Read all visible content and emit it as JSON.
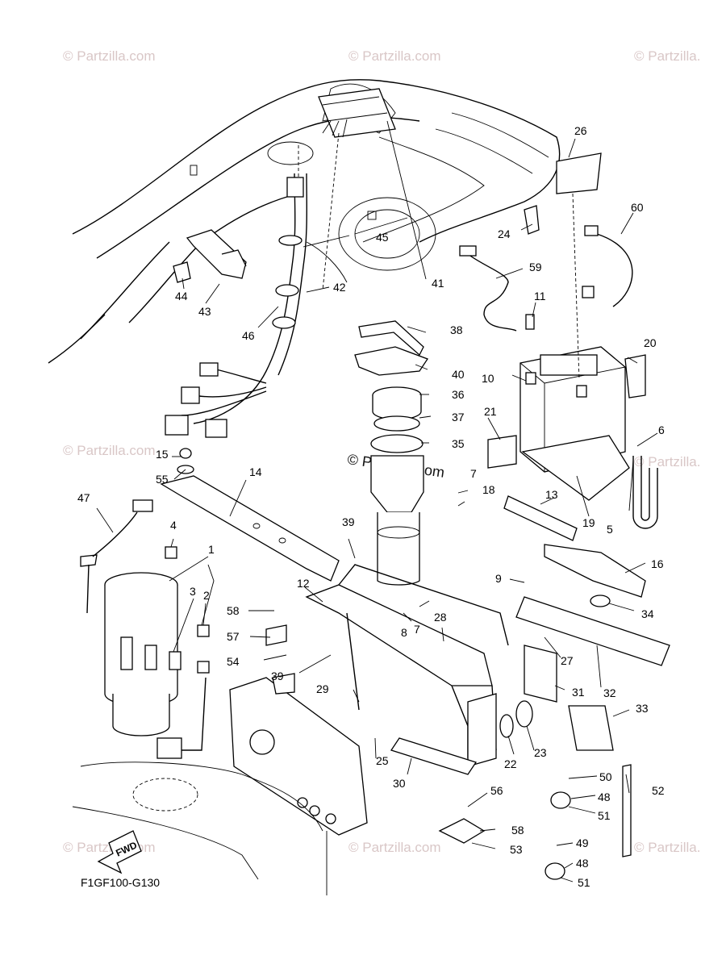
{
  "watermark": "Partzilla.com",
  "center_watermark": "Partzilla.com",
  "diagram_code": "F1GF100-G130",
  "fwd_label": "FWD",
  "callouts": [
    {
      "id": "c1",
      "text": "1"
    },
    {
      "id": "c2",
      "text": "2"
    },
    {
      "id": "c3",
      "text": "3"
    },
    {
      "id": "c4",
      "text": "4"
    },
    {
      "id": "c5",
      "text": "5"
    },
    {
      "id": "c6",
      "text": "6"
    },
    {
      "id": "c7a",
      "text": "7"
    },
    {
      "id": "c7b",
      "text": "7"
    },
    {
      "id": "c8",
      "text": "8"
    },
    {
      "id": "c9",
      "text": "9"
    },
    {
      "id": "c10",
      "text": "10"
    },
    {
      "id": "c11",
      "text": "11"
    },
    {
      "id": "c12",
      "text": "12"
    },
    {
      "id": "c13",
      "text": "13"
    },
    {
      "id": "c14",
      "text": "14"
    },
    {
      "id": "c15",
      "text": "15"
    },
    {
      "id": "c16",
      "text": "16"
    },
    {
      "id": "c18",
      "text": "18"
    },
    {
      "id": "c19",
      "text": "19"
    },
    {
      "id": "c20",
      "text": "20"
    },
    {
      "id": "c21",
      "text": "21"
    },
    {
      "id": "c22",
      "text": "22"
    },
    {
      "id": "c23",
      "text": "23"
    },
    {
      "id": "c24",
      "text": "24"
    },
    {
      "id": "c25",
      "text": "25"
    },
    {
      "id": "c26",
      "text": "26"
    },
    {
      "id": "c27",
      "text": "27"
    },
    {
      "id": "c28",
      "text": "28"
    },
    {
      "id": "c29",
      "text": "29"
    },
    {
      "id": "c30",
      "text": "30"
    },
    {
      "id": "c31",
      "text": "31"
    },
    {
      "id": "c32",
      "text": "32"
    },
    {
      "id": "c33",
      "text": "33"
    },
    {
      "id": "c34",
      "text": "34"
    },
    {
      "id": "c35",
      "text": "35"
    },
    {
      "id": "c36",
      "text": "36"
    },
    {
      "id": "c37",
      "text": "37"
    },
    {
      "id": "c38",
      "text": "38"
    },
    {
      "id": "c39a",
      "text": "39"
    },
    {
      "id": "c39b",
      "text": "39"
    },
    {
      "id": "c40",
      "text": "40"
    },
    {
      "id": "c41",
      "text": "41"
    },
    {
      "id": "c42",
      "text": "42"
    },
    {
      "id": "c43",
      "text": "43"
    },
    {
      "id": "c44",
      "text": "44"
    },
    {
      "id": "c45",
      "text": "45"
    },
    {
      "id": "c46",
      "text": "46"
    },
    {
      "id": "c47",
      "text": "47"
    },
    {
      "id": "c48a",
      "text": "48"
    },
    {
      "id": "c48b",
      "text": "48"
    },
    {
      "id": "c49",
      "text": "49"
    },
    {
      "id": "c50",
      "text": "50"
    },
    {
      "id": "c51a",
      "text": "51"
    },
    {
      "id": "c51b",
      "text": "51"
    },
    {
      "id": "c52",
      "text": "52"
    },
    {
      "id": "c53",
      "text": "53"
    },
    {
      "id": "c54",
      "text": "54"
    },
    {
      "id": "c55",
      "text": "55"
    },
    {
      "id": "c56",
      "text": "56"
    },
    {
      "id": "c57",
      "text": "57"
    },
    {
      "id": "c58a",
      "text": "58"
    },
    {
      "id": "c58b",
      "text": "58"
    },
    {
      "id": "c59",
      "text": "59"
    },
    {
      "id": "c60",
      "text": "60"
    }
  ]
}
